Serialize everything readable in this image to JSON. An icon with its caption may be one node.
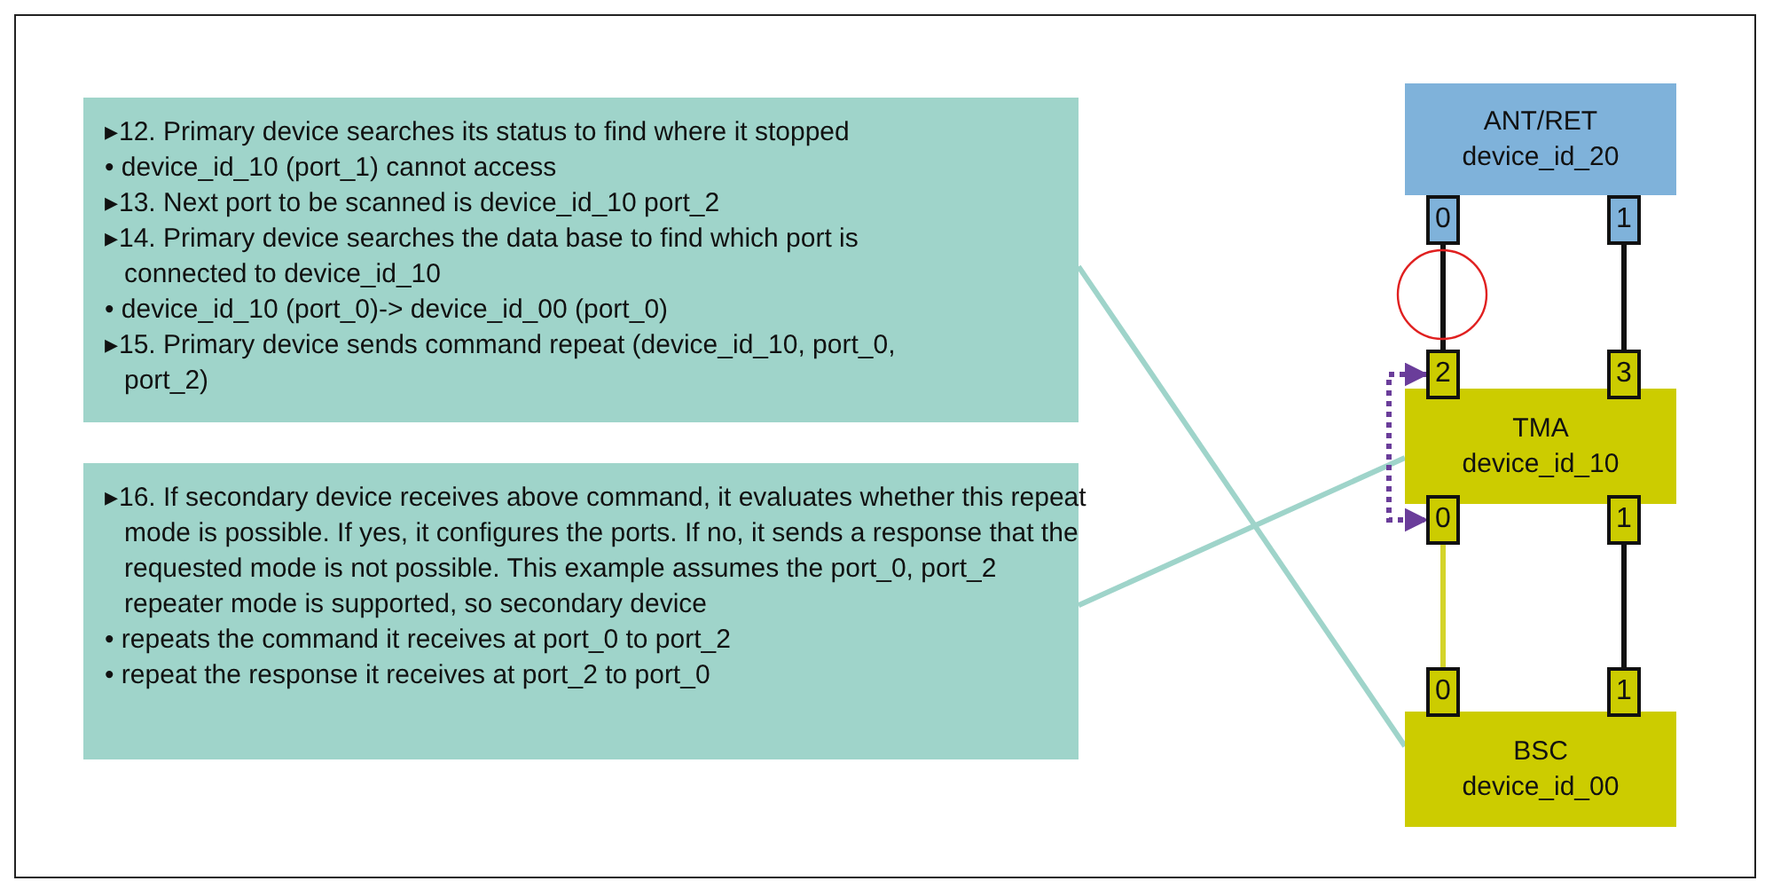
{
  "diagram": {
    "nodes": [
      {
        "text": [
          "▸12. Primary device searches its status to find where it stopped",
          "• device_id_10 (port_1) cannot access",
          "▸13. Next port to be scanned is device_id_10 port_2",
          "▸14. Primary device searches the data base to find which port is connected to device_id_10",
          "• device_id_10 (port_0)-> device_id_00 (port_0)",
          "▸15. Primary device sends command repeat (device_id_10, port_0, port_2)"
        ]
      },
      {
        "text": [
          "▸16. If secondary device receives above command, it evaluates whether this repeat mode is possible. If yes, it configures the ports. If no, it sends a response that the requested mode is not possible. This example assumes the port_0, port_2 repeater mode is supported, so secondary device",
          "• repeats the command it receives at port_0 to port_2",
          "• repeat the response it receives at port_2 to port_0"
        ]
      },
      {
        "text": [
          "ANT/RET",
          "device_id_20"
        ]
      },
      {
        "text": [
          "0"
        ]
      },
      {
        "text": [
          "1"
        ]
      },
      {
        "text": [
          "TMA",
          "device_id_10"
        ]
      },
      {
        "text": [
          "2"
        ]
      },
      {
        "text": [
          "3"
        ]
      },
      {
        "text": [
          "0"
        ]
      },
      {
        "text": [
          "1"
        ]
      },
      {
        "text": [
          "BSC",
          "device_id_00"
        ]
      },
      {
        "text": [
          "0"
        ]
      },
      {
        "text": [
          "1"
        ]
      }
    ],
    "edges": [
      {
        "from": 3,
        "to": 6,
        "arrow": "none"
      },
      {
        "from": 4,
        "to": 7,
        "arrow": "none"
      },
      {
        "from": 6,
        "to": 8,
        "arrow": "both",
        "style": "dashed",
        "color": "#6a3d9a"
      },
      {
        "from": 8,
        "to": 11,
        "arrow": "none",
        "color": "#d4d42a"
      },
      {
        "from": 9,
        "to": 12,
        "arrow": "none"
      },
      {
        "from": 0,
        "to": 10,
        "arrow": "none",
        "color": "#9fd4ca"
      },
      {
        "from": 1,
        "to": 5,
        "arrow": "none",
        "color": "#9fd4ca"
      }
    ]
  }
}
